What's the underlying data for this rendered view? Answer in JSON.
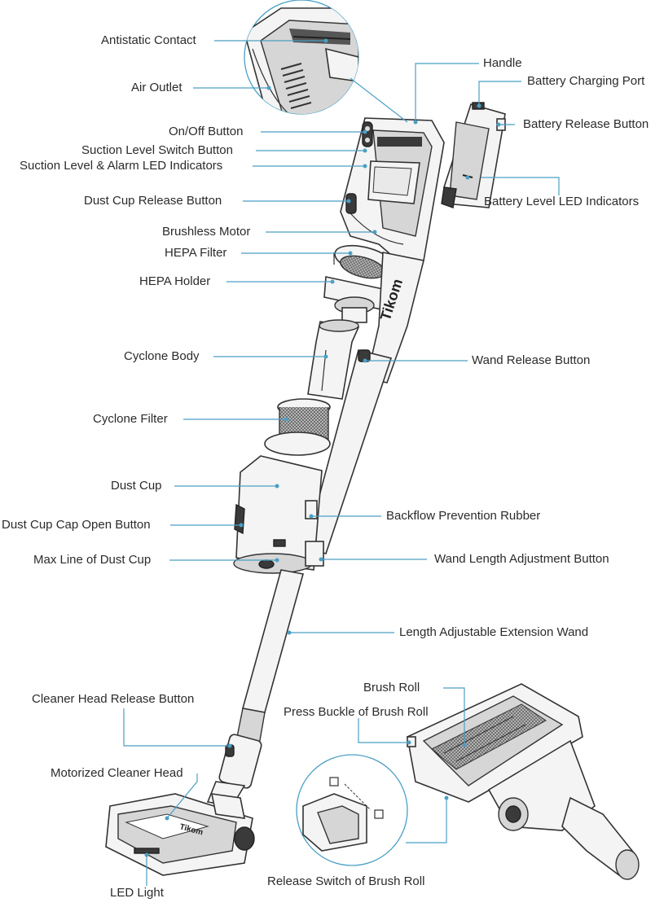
{
  "labels": {
    "antistatic_contact": "Antistatic Contact",
    "air_outlet": "Air Outlet",
    "handle": "Handle",
    "battery_charging_port": "Battery Charging Port",
    "battery_release_button": "Battery Release Button",
    "on_off_button": "On/Off Button",
    "suction_level_switch_button": "Suction Level Switch Button",
    "suction_level_alarm_led": "Suction Level & Alarm LED Indicators",
    "battery_level_led": "Battery Level LED Indicators",
    "dust_cup_release_button": "Dust Cup Release Button",
    "brushless_motor": "Brushless Motor",
    "hepa_filter": "HEPA Filter",
    "hepa_holder": "HEPA Holder",
    "cyclone_body": "Cyclone Body",
    "wand_release_button": "Wand Release Button",
    "cyclone_filter": "Cyclone Filter",
    "dust_cup": "Dust Cup",
    "dust_cup_cap_open_button": "Dust Cup Cap Open Button",
    "backflow_prevention_rubber": "Backflow Prevention Rubber",
    "max_line_of_dust_cup": "Max Line of Dust Cup",
    "wand_length_adjustment_button": "Wand Length Adjustment Button",
    "length_adjustable_extension_wand": "Length Adjustable Extension Wand",
    "cleaner_head_release_button": "Cleaner Head Release Button",
    "brush_roll": "Brush Roll",
    "press_buckle_of_brush_roll": "Press Buckle of Brush Roll",
    "motorized_cleaner_head": "Motorized Cleaner Head",
    "release_switch_of_brush_roll": "Release Switch of Brush Roll",
    "led_light": "LED Light"
  },
  "brand": "Tikom",
  "colors": {
    "leader": "#4a9fc4",
    "outline": "#333333",
    "label_text": "#2b2b2b"
  }
}
